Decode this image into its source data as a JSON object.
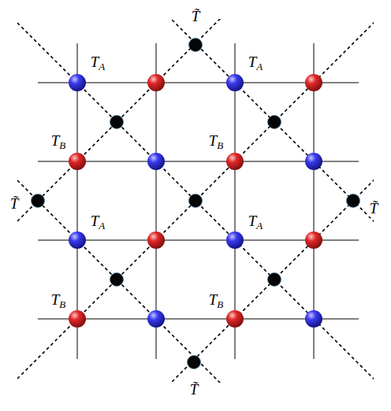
{
  "diagram": {
    "labels": [
      "T̃",
      "TA",
      "TA",
      "TB",
      "TB",
      "T̃",
      "T̃",
      "TA",
      "TA",
      "TB",
      "TB",
      "T̃"
    ]
  }
}
